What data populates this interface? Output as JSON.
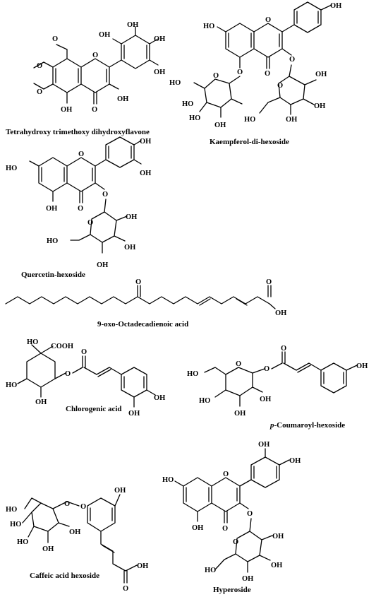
{
  "compounds": [
    {
      "name": "Tetrahydroxy trimethoxy dihydroxyflavone",
      "italic_prefix": ""
    },
    {
      "name": "Kaempferol-di-hexoside",
      "italic_prefix": ""
    },
    {
      "name": "Quercetin-hexoside",
      "italic_prefix": ""
    },
    {
      "name": "9-oxo-Octadecadienoic acid",
      "italic_prefix": ""
    },
    {
      "name": "Chlorogenic acid",
      "italic_prefix": ""
    },
    {
      "name": "-Coumaroyl-hexoside",
      "italic_prefix": "p"
    },
    {
      "name": "Caffeic acid hexoside",
      "italic_prefix": ""
    },
    {
      "name": "Hyperoside",
      "italic_prefix": ""
    }
  ],
  "atom_labels": {
    "oh": "OH",
    "ho": "HO",
    "o": "O",
    "cooh": "COOH"
  }
}
